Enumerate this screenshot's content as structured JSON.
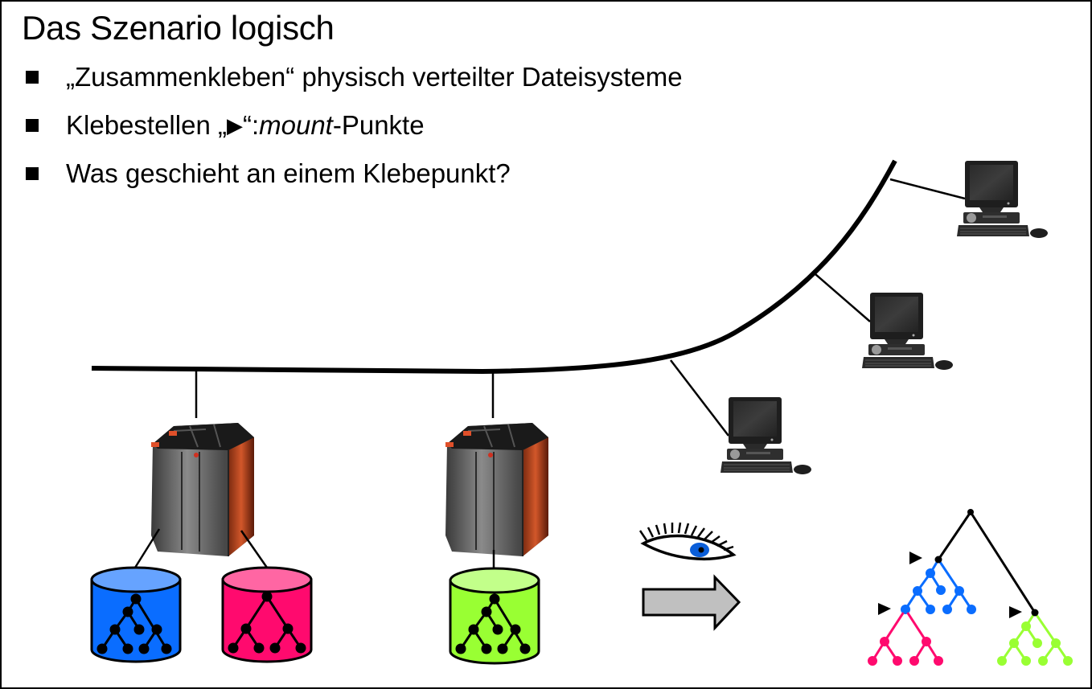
{
  "slide": {
    "title": "Das Szenario logisch",
    "bullets": [
      {
        "text": "„Zusammenkleben“ physisch verteilter Dateisysteme"
      },
      {
        "pre": "Klebestellen „",
        "glyph": "▶",
        "mid": "“: ",
        "italic": "mount",
        "post": "-Punkte"
      },
      {
        "text": "Was geschieht an einem Klebepunkt?"
      }
    ]
  },
  "diagram": {
    "network": "network-bus",
    "servers": [
      {
        "name": "server-left",
        "disks": [
          "blue",
          "pink"
        ]
      },
      {
        "name": "server-middle",
        "disks": [
          "green"
        ]
      }
    ],
    "workstations": [
      "workstation-1",
      "workstation-2",
      "workstation-3"
    ],
    "colors": {
      "blue": "#0a6dff",
      "blue_top": "#66a3ff",
      "pink": "#ff0a6e",
      "pink_top": "#ff66a3",
      "green": "#99ff33",
      "green_top": "#c2ff8a",
      "arrow": "#c0c0c0",
      "iris": "#0a5ed9"
    },
    "combined_tree": {
      "label": "merged-namespace",
      "mount_points": 3
    }
  }
}
